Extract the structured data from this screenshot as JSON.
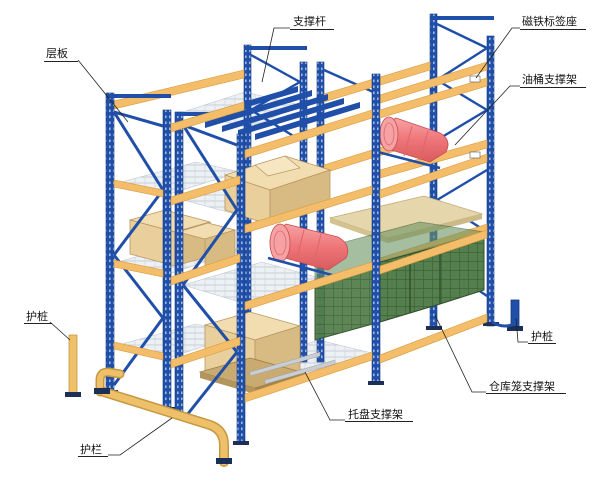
{
  "labels": {
    "shelf_board": "层板",
    "brace_bar": "支撑杆",
    "magnetic_label_seat": "磁铁标签座",
    "drum_support_frame": "油桶支撑架",
    "guard_post_left": "护桩",
    "guard_post_right": "护桩",
    "cage_support_frame": "仓库笼支撑架",
    "pallet_support_frame": "托盘支撑架",
    "guard_rail": "护栏"
  },
  "colors": {
    "upright_blue": "#1f4fa8",
    "upright_dark": "#153a80",
    "beam_orange": "#f3bd6a",
    "beam_orange_dark": "#d89a3f",
    "wire_deck": "#e4e8ec",
    "carton": "#e8cf9c",
    "carton_dark": "#c9ab72",
    "drum_red": "#f07f82",
    "cage_green": "#4f7a48",
    "board": "#e6d6ab",
    "guard_yellow": "#efc06a"
  }
}
